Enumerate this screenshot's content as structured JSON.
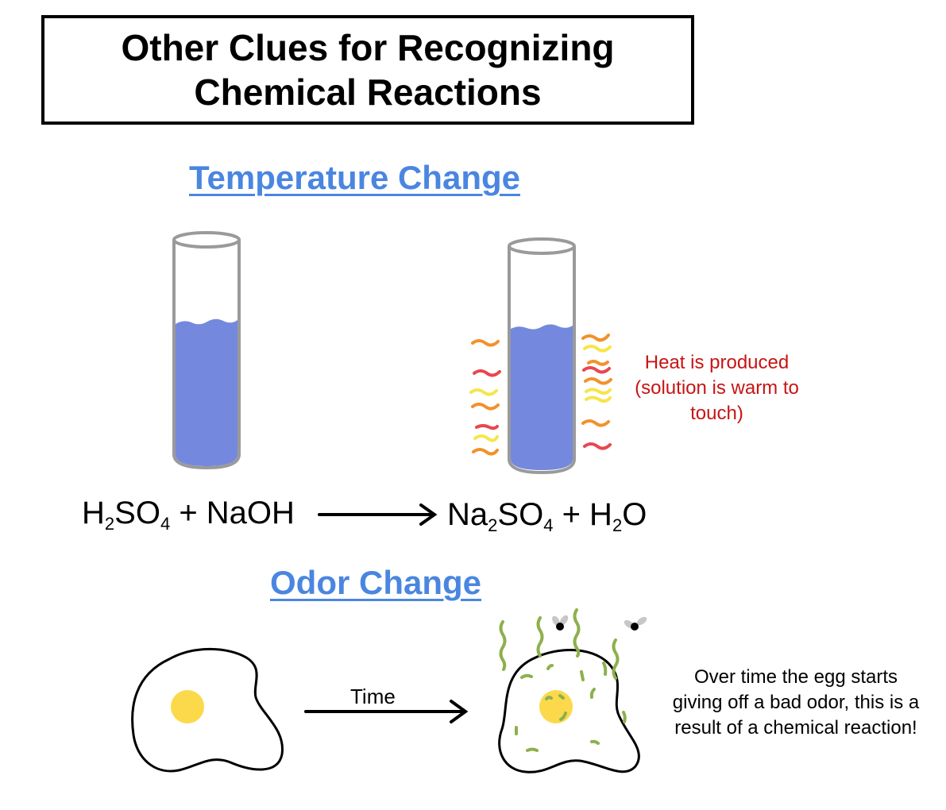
{
  "title": {
    "line1": "Other Clues for Recognizing",
    "line2": "Chemical Reactions"
  },
  "temperature_section": {
    "heading": "Temperature Change",
    "heat_note": "Heat is produced (solution is warm to touch)",
    "equation": {
      "reactant_1": {
        "a": "H",
        "a_sub": "2",
        "b": "SO",
        "b_sub": "4"
      },
      "plus_1": "+",
      "reactant_2": "NaOH",
      "product_1": {
        "a": "Na",
        "a_sub": "2",
        "b": "SO",
        "b_sub": "4"
      },
      "plus_2": "+",
      "product_2": {
        "a": "H",
        "a_sub": "2",
        "b": "O"
      }
    }
  },
  "odor_section": {
    "heading": "Odor Change",
    "arrow_label": "Time",
    "odor_note": "Over time the egg starts giving off a bad odor, this is a result of a chemical reaction!"
  },
  "colors": {
    "heading_blue": "#4a86e0",
    "liquid": "#7489dd",
    "tube": "#9a9a9a",
    "heat_red": "#c81414",
    "wave_orange": "#f2922a",
    "wave_red": "#e8474f",
    "wave_yellow": "#f6e54a",
    "yolk": "#fbd94a",
    "odor_green": "#8db04d"
  }
}
